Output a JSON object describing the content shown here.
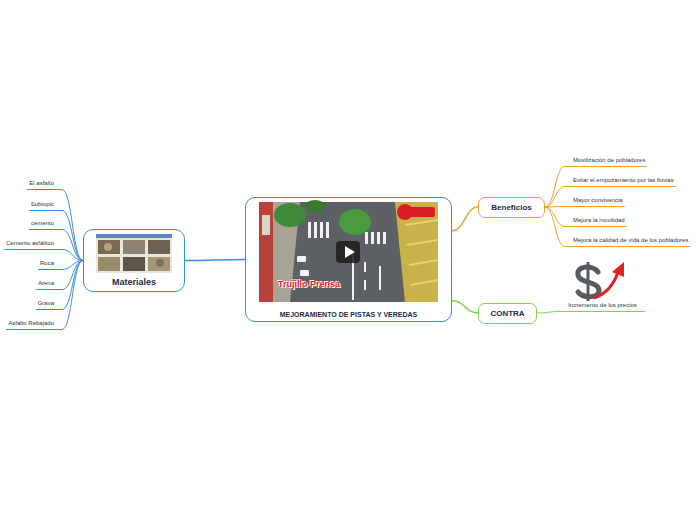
{
  "diagram": {
    "nodes": [
      {
        "text": [
          "MEJORAMIENTO DE PISTAS Y VEREDAS"
        ]
      },
      {
        "text": [
          "Materiales"
        ]
      },
      {
        "text": [
          "El asfalto"
        ]
      },
      {
        "text": [
          "Subtopic"
        ]
      },
      {
        "text": [
          "cemento"
        ]
      },
      {
        "text": [
          "Cemento asfáltico"
        ]
      },
      {
        "text": [
          "Roca"
        ]
      },
      {
        "text": [
          "Arena"
        ]
      },
      {
        "text": [
          "Grava"
        ]
      },
      {
        "text": [
          "Asfalto Rebajado"
        ]
      },
      {
        "text": [
          "Beneficios"
        ]
      },
      {
        "text": [
          "Movilización de pobladores"
        ]
      },
      {
        "text": [
          "Evitar el empozamiento por las lluvias"
        ]
      },
      {
        "text": [
          "Mayor convivencia"
        ]
      },
      {
        "text": [
          "Mejora la movilidad"
        ]
      },
      {
        "text": [
          "Mejora la calidad de vida de los pobladores"
        ]
      },
      {
        "text": [
          "CONTRA"
        ]
      },
      {
        "text": [
          "Incremento de los precios"
        ]
      }
    ],
    "edges": [
      {
        "from": 0,
        "to": 1,
        "arrow": "none"
      },
      {
        "from": 1,
        "to": 2,
        "arrow": "none"
      },
      {
        "from": 1,
        "to": 3,
        "arrow": "none"
      },
      {
        "from": 1,
        "to": 4,
        "arrow": "none"
      },
      {
        "from": 1,
        "to": 5,
        "arrow": "none"
      },
      {
        "from": 1,
        "to": 6,
        "arrow": "none"
      },
      {
        "from": 1,
        "to": 7,
        "arrow": "none"
      },
      {
        "from": 1,
        "to": 8,
        "arrow": "none"
      },
      {
        "from": 1,
        "to": 9,
        "arrow": "none"
      },
      {
        "from": 0,
        "to": 10,
        "arrow": "none"
      },
      {
        "from": 10,
        "to": 11,
        "arrow": "none"
      },
      {
        "from": 10,
        "to": 12,
        "arrow": "none"
      },
      {
        "from": 10,
        "to": 13,
        "arrow": "none"
      },
      {
        "from": 10,
        "to": 14,
        "arrow": "none"
      },
      {
        "from": 10,
        "to": 15,
        "arrow": "none"
      },
      {
        "from": 0,
        "to": 16,
        "arrow": "none"
      },
      {
        "from": 16,
        "to": 17,
        "arrow": "none"
      }
    ],
    "labels": [
      "Trujillo Prensa"
    ]
  }
}
